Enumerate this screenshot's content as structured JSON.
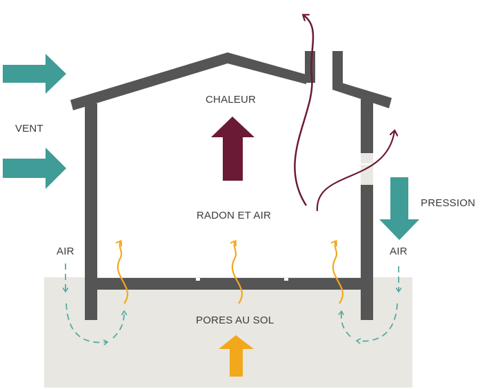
{
  "labels": {
    "wind": "VENT",
    "heat": "CHALEUR",
    "radon_air": "RADON ET AIR",
    "pressure": "PRESSION",
    "air_left": "AIR",
    "air_right": "AIR",
    "soil_pores": "PORES AU SOL"
  },
  "colors": {
    "wall": "#555555",
    "ground": "#e8e7e1",
    "wind_arrow": "#3f9c96",
    "heat_arrow": "#6b1a35",
    "radon_arrow": "#f2a81d",
    "air_arrow": "#5aa8a2",
    "text": "#3a3a3a"
  }
}
